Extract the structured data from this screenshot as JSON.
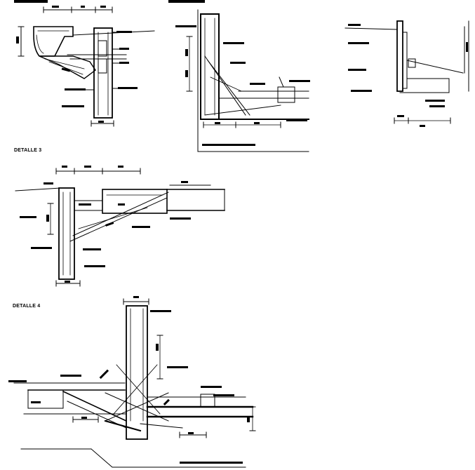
{
  "sheet": {
    "background": "#ffffff",
    "ink": "#000000",
    "details": [
      {
        "id": "detalle-3",
        "title": "DETALLE 3"
      },
      {
        "id": "detalle-4",
        "title": "DETALLE 4"
      }
    ]
  }
}
